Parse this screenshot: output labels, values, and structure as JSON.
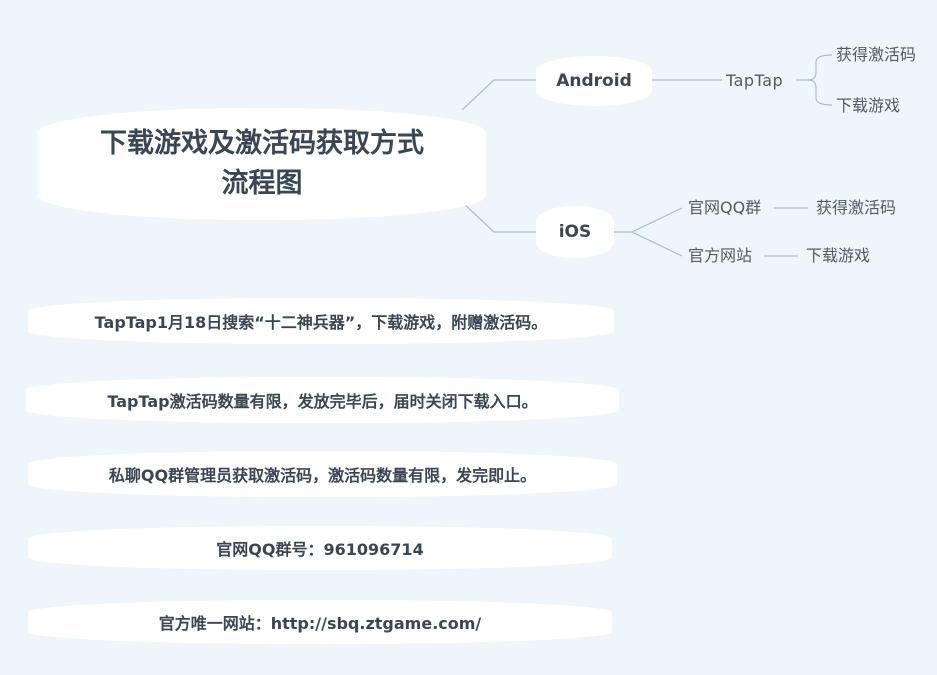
{
  "diagram": {
    "root": {
      "line1": "下载游戏及激活码获取方式",
      "line2": "流程图"
    },
    "android": {
      "label": "Android",
      "channel": "TapTap",
      "leaves": [
        "获得激活码",
        "下载游戏"
      ]
    },
    "ios": {
      "label": "iOS",
      "branches": [
        {
          "label": "官网QQ群",
          "leaf": "获得激活码"
        },
        {
          "label": "官方网站",
          "leaf": "下载游戏"
        }
      ]
    },
    "notes": [
      "TapTap1月18日搜索“十二神兵器”，下载游戏，附赠激活码。",
      "TapTap激活码数量有限，发放完毕后，届时关闭下载入口。",
      "私聊QQ群管理员获取激活码，激活码数量有限，发完即止。",
      "官网QQ群号：961096714",
      "官方唯一网站：http://sbq.ztgame.com/"
    ],
    "colors": {
      "background": "#eef6fb",
      "node": "#ffffff",
      "text": "#3a4655",
      "connector": "#a9bfcc"
    }
  }
}
